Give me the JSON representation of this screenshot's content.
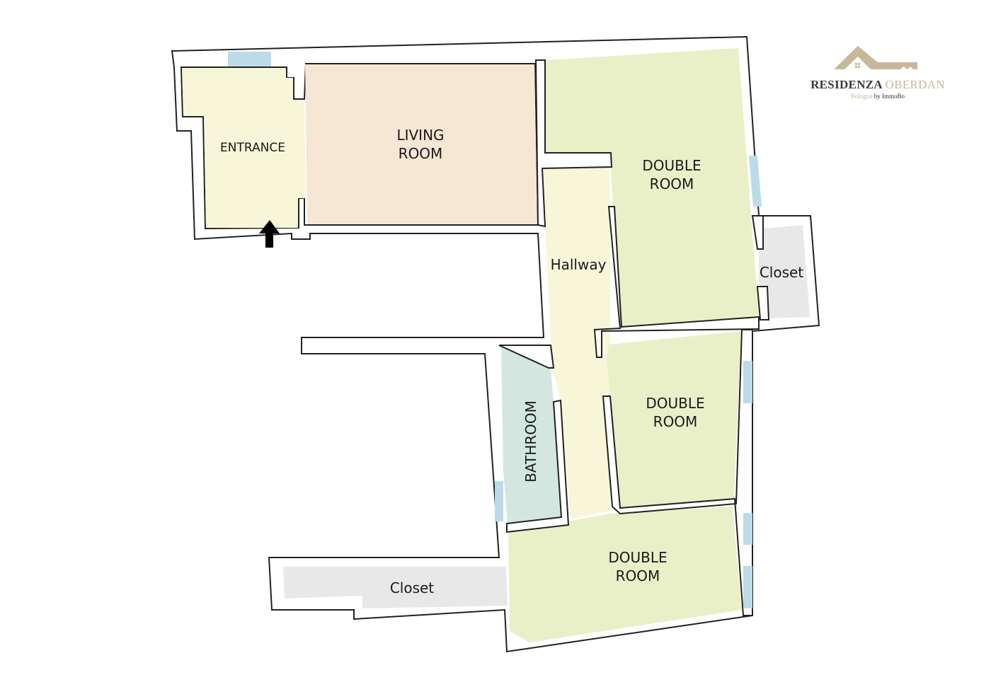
{
  "plan": {
    "rooms": [
      {
        "id": "entrance",
        "label_lines": [
          "ENTRANCE"
        ],
        "color": "#f8f6d8"
      },
      {
        "id": "living-room",
        "label_lines": [
          "LIVING",
          "ROOM"
        ],
        "color": "#f6e6d4"
      },
      {
        "id": "hallway",
        "label_lines": [
          "Hallway"
        ],
        "color": "#f8f6d8"
      },
      {
        "id": "double-room-1",
        "label_lines": [
          "DOUBLE",
          "ROOM"
        ],
        "color": "#e9f0c8"
      },
      {
        "id": "closet-1",
        "label_lines": [
          "Closet"
        ],
        "color": "#e8e8e8"
      },
      {
        "id": "double-room-2",
        "label_lines": [
          "DOUBLE",
          "ROOM"
        ],
        "color": "#e9f0c8"
      },
      {
        "id": "bathroom",
        "label_lines": [
          "BATHROOM"
        ],
        "color": "#d3e6e0"
      },
      {
        "id": "double-room-3",
        "label_lines": [
          "DOUBLE",
          "ROOM"
        ],
        "color": "#e9f0c8"
      },
      {
        "id": "closet-2",
        "label_lines": [
          "Closet"
        ],
        "color": "#e8e8e8"
      }
    ],
    "window_color": "#bcdbe8",
    "entrance_icon": "arrow-up-icon"
  },
  "logo": {
    "title_dark": "RESIDENZA",
    "title_light": "OBERDAN",
    "sub_city": "Bologna",
    "sub_by": "by ImmoBo",
    "icon": "house-key-icon",
    "accent": "#c8b89a"
  }
}
